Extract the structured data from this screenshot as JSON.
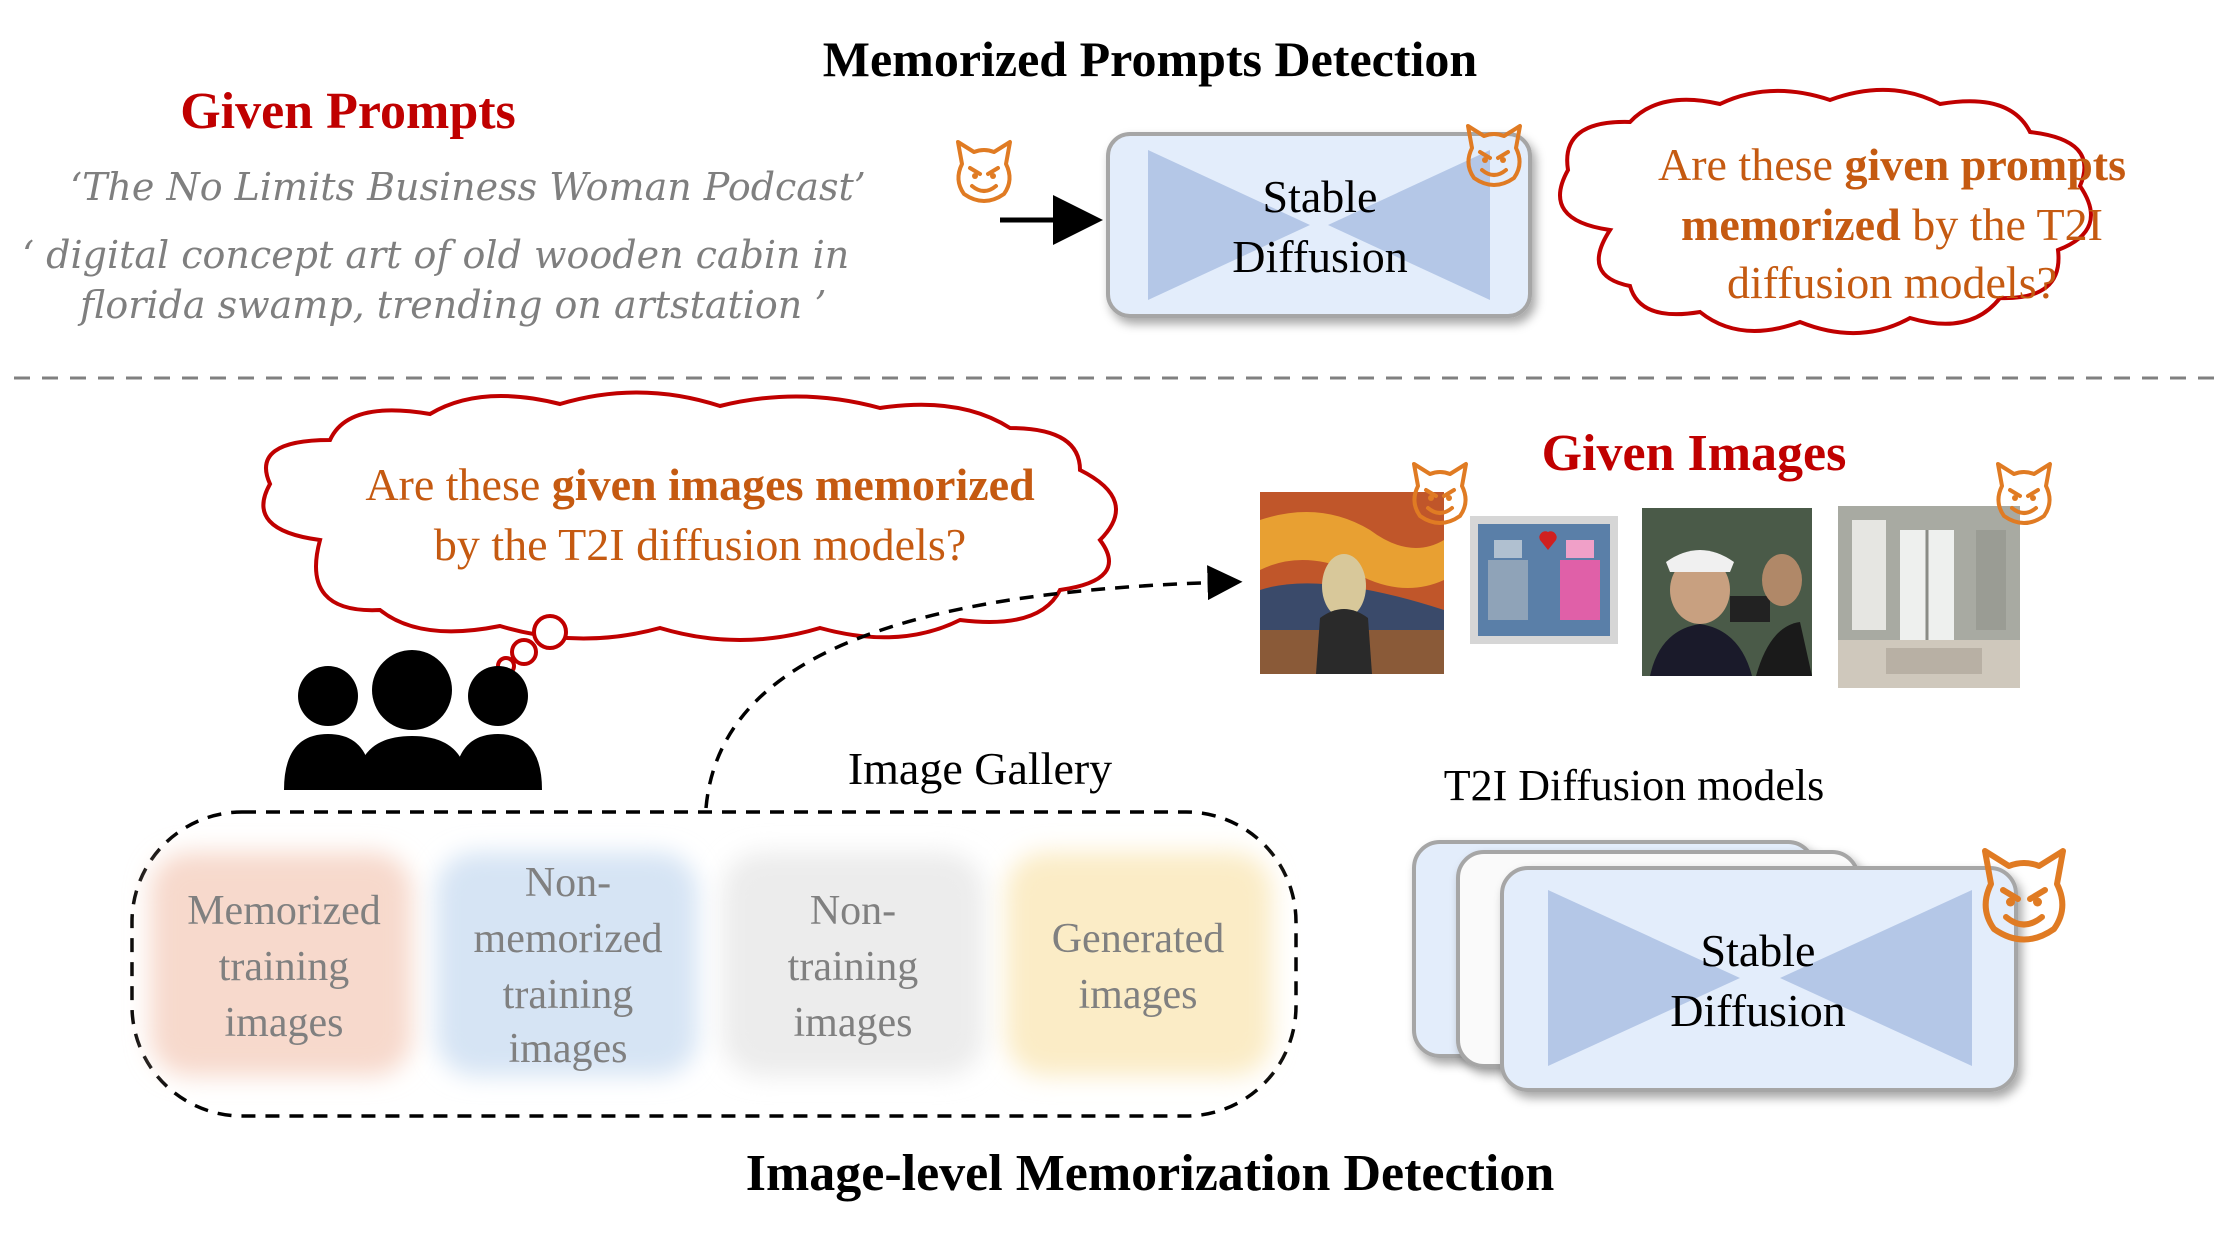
{
  "top": {
    "title": "Memorized Prompts Detection",
    "given_prompts_label": "Given Prompts",
    "prompts": [
      "‘The No Limits Business Woman Podcast’",
      "‘ digital concept art of old wooden cabin in",
      "florida swamp, trending on artstation ’"
    ],
    "model_label_line1": "Stable",
    "model_label_line2": "Diffusion",
    "question": {
      "line1_pre": "Are these ",
      "line1_bold": "given prompts",
      "line2_bold": "memorized",
      "line2_post": " by the T2I",
      "line3": "diffusion models?"
    }
  },
  "bottom": {
    "title": "Image-level Memorization Detection",
    "given_images_label": "Given Images",
    "question": {
      "line1_pre": "Are these ",
      "line1_bold": "given images memorized",
      "line2": "by the T2I diffusion models?"
    },
    "gallery_label": "Image Gallery",
    "gallery_items": [
      {
        "line1": "Memorized",
        "line2": "training",
        "line3": "images",
        "line4": "",
        "color": "#f7d9cc"
      },
      {
        "line1": "Non-",
        "line2": "memorized",
        "line3": "training",
        "line4": "images",
        "color": "#d6e4f4"
      },
      {
        "line1": "Non-",
        "line2": "training",
        "line3": "images",
        "line4": "",
        "color": "#ececec"
      },
      {
        "line1": "Generated",
        "line2": "images",
        "line3": "",
        "line4": "",
        "color": "#fbecc6"
      }
    ],
    "models_label": "T2I Diffusion models",
    "model_label_line1": "Stable",
    "model_label_line2": "Diffusion"
  },
  "colors": {
    "dark_red": "#c00000",
    "orange": "#c55a11",
    "gray_text": "#808080",
    "prompt_gray": "#7f7f7f",
    "model_fill": "#e3edfb",
    "model_bowtie": "#b4c7e7",
    "devil": "#e07b23"
  },
  "icons": [
    "devil-icon",
    "arrow-icon",
    "people-icon",
    "thought-bubble-icon"
  ]
}
